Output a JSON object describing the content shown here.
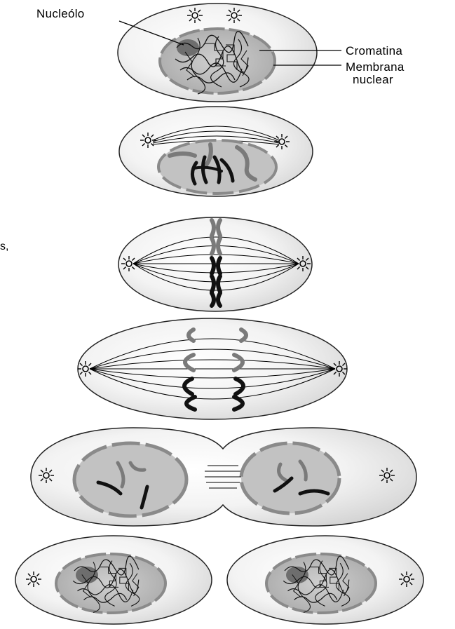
{
  "labels": {
    "nucleolo": "Nucleólo",
    "cromatina": "Cromatina",
    "membrana_line1": "Membrana",
    "membrana_line2": "nuclear",
    "edge_fragment": "s,"
  },
  "colors": {
    "cell_fill": "#f4f4f4",
    "cell_shade": "#d6d6d6",
    "nucleus_fill": "#bdbdbd",
    "membrane": "#8a8a8a",
    "chromosome_dark": "#111111",
    "chromosome_light": "#7a7a7a",
    "outline": "#222222"
  }
}
